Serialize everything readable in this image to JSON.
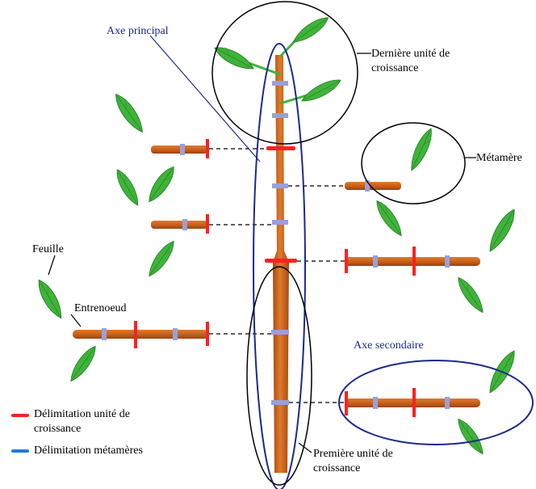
{
  "labels": {
    "axe_principal": "Axe principal",
    "derniere_uc_line1": "Dernière unité de",
    "derniere_uc_line2": "croissance",
    "metamere": "Métamère",
    "feuille": "Feuille",
    "entrenoeud": "Entrenoeud",
    "axe_secondaire": "Axe secondaire",
    "premiere_uc_line1": "Première unité de",
    "premiere_uc_line2": "croissance"
  },
  "legend": {
    "uc_line1": "Délimitation unité de",
    "uc_line2": "croissance",
    "metameres": "Délimitation métamères"
  },
  "colors": {
    "stem": "#d2691e",
    "stem_shade": "#a84a12",
    "leaf": "#3fb33a",
    "leaf_dark": "#1f7d1f",
    "growth_unit_mark": "#ff2020",
    "metamer_mark": "#9aa0d8",
    "outline_blue": "#1c2a8c",
    "outline_black": "#000000"
  }
}
